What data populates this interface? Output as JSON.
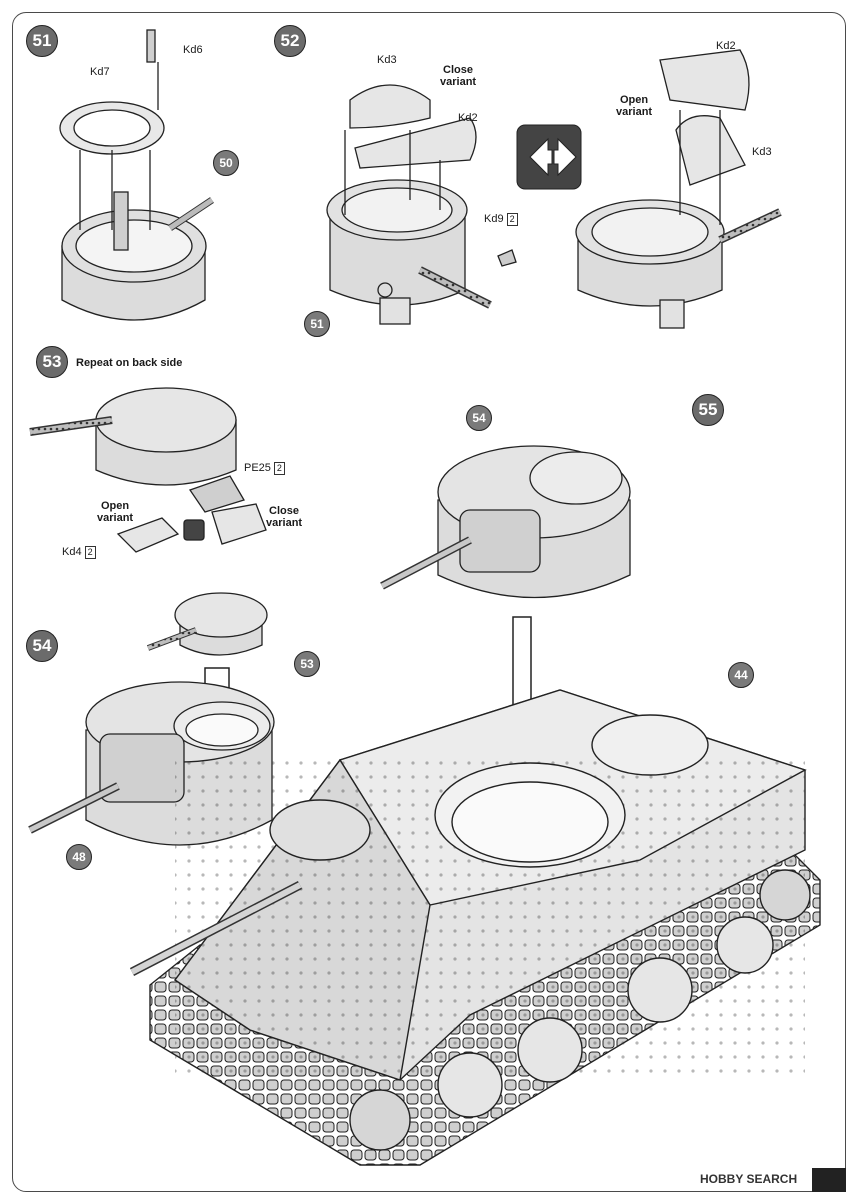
{
  "steps": {
    "s51": "51",
    "s52": "52",
    "s53": "53",
    "s54": "54",
    "s55": "55"
  },
  "refs": {
    "r50": "50",
    "r51": "51",
    "r54": "54",
    "r53": "53",
    "r48": "48",
    "r44": "44"
  },
  "parts": {
    "kd6": "Kd6",
    "kd7": "Kd7",
    "kd3_a": "Kd3",
    "kd2_a": "Kd2",
    "kd9": "Kd9",
    "kd9_qty": "2",
    "kd2_b": "Kd2",
    "kd3_b": "Kd3",
    "pe25": "PE25",
    "pe25_qty": "2",
    "kd4": "Kd4",
    "kd4_qty": "2"
  },
  "notes": {
    "close_variant_a": "Close\nvariant",
    "open_variant_a": "Open\nvariant",
    "repeat": "Repeat on back side",
    "open_variant_b": "Open\nvariant",
    "close_variant_b": "Close\nvariant"
  },
  "footer": {
    "brand_a": "HOBBY",
    "brand_b": "SEARCH"
  },
  "colors": {
    "step_fill": "#6b6b6b",
    "line": "#222222",
    "part_fill": "#dcdcdc"
  }
}
